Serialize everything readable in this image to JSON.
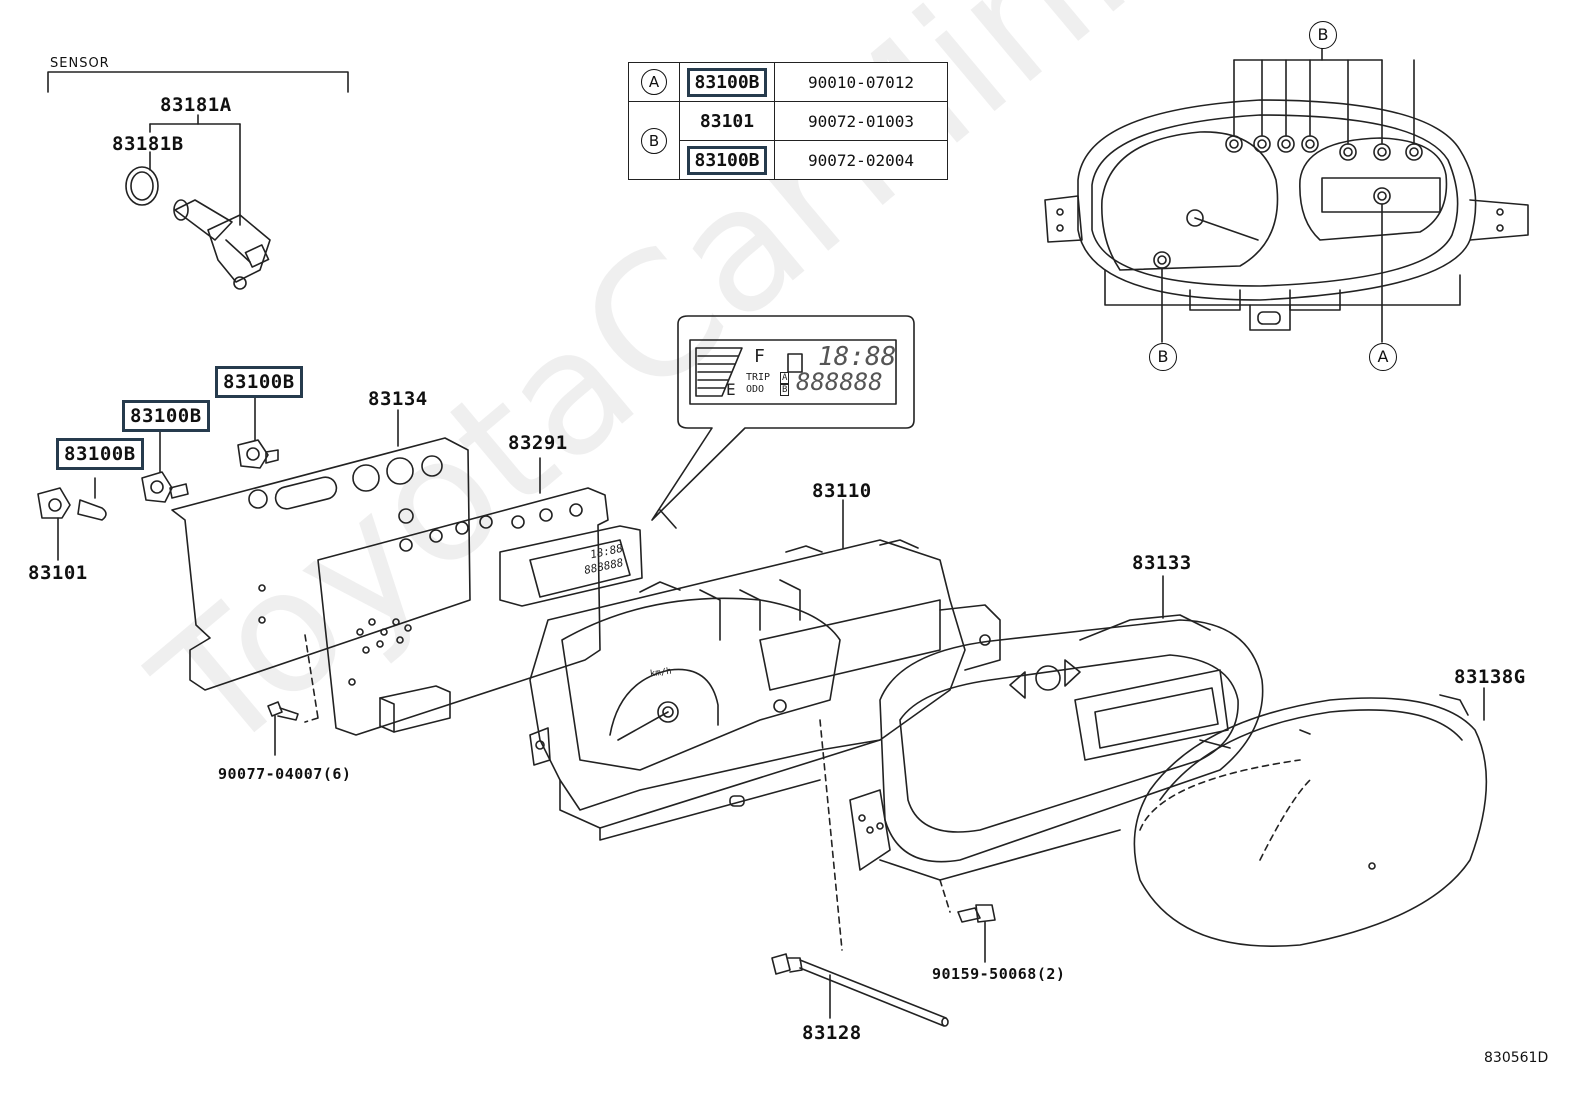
{
  "watermark": "ToyotaCarMini.ru",
  "diagram_code": "830561D",
  "sensor_group": "SENSOR",
  "labels": {
    "p83181A": "83181A",
    "p83181B": "83181B",
    "p83100B_1": "83100B",
    "p83100B_2": "83100B",
    "p83100B_3": "83100B",
    "p83101": "83101",
    "p83134": "83134",
    "p83291": "83291",
    "p83110": "83110",
    "p83133": "83133",
    "p83138G": "83138G",
    "p90077": "90077-04007(6)",
    "p90159": "90159-50068(2)",
    "p83128": "83128"
  },
  "callouts": {
    "A": "A",
    "B": "B"
  },
  "ref_table": {
    "row1": {
      "mark": "A",
      "part": "83100B",
      "code": "90010-07012"
    },
    "row2": {
      "mark": "B",
      "part": "83101",
      "code": "90072-01003"
    },
    "row3": {
      "part": "83100B",
      "code": "90072-02004"
    }
  },
  "lcd": {
    "fuel_f": "F",
    "fuel_e": "E",
    "clock": "18:88",
    "trip": "TRIP",
    "odo": "ODO",
    "ab_a": "A",
    "ab_b": "B",
    "odometer": "888888"
  },
  "gauge_unit": "km/h"
}
